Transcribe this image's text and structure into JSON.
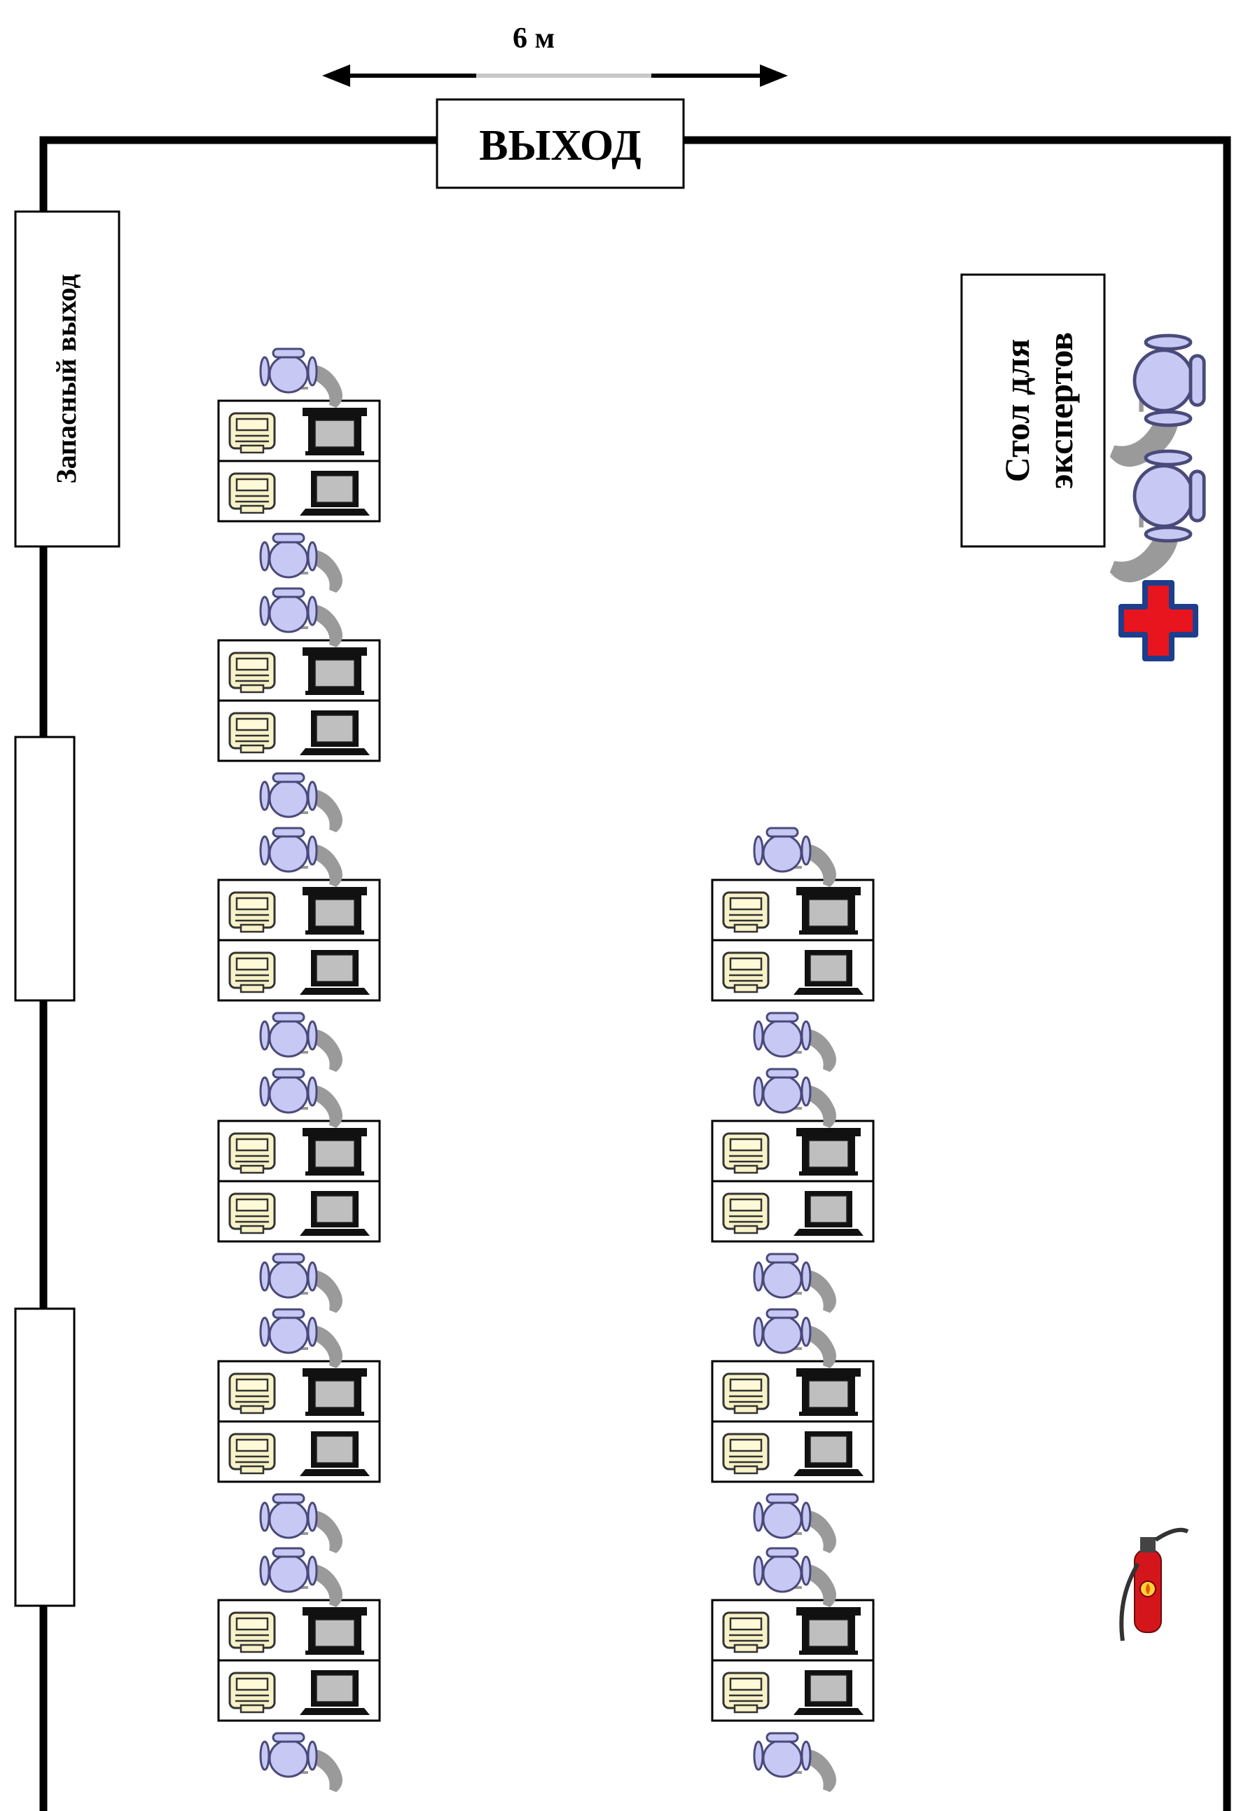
{
  "dimension": {
    "label": "6 м"
  },
  "exits": {
    "main": "ВЫХОД",
    "spare": "Запасный выход"
  },
  "expert_table": {
    "label_line1": "Стол для",
    "label_line2": "экспертов"
  },
  "workstations": {
    "left_column_desks": 6,
    "right_column_desks": 4,
    "desk_cells": [
      "printer",
      "monitor",
      "printer",
      "laptop"
    ]
  },
  "icons": [
    "first-aid-icon",
    "fire-extinguisher-icon",
    "chair-icon",
    "printer-icon",
    "monitor-icon",
    "laptop-icon",
    "window-icon"
  ],
  "colors": {
    "wall": "#000000",
    "chair": "#c8c8f5",
    "chair_stroke": "#4a4a7a",
    "chair_shadow": "#9a9a9a",
    "printer": "#f7f2c7",
    "first_aid_fill": "#e8141e",
    "first_aid_border": "#1c3e8c",
    "extinguisher": "#d4161c"
  }
}
